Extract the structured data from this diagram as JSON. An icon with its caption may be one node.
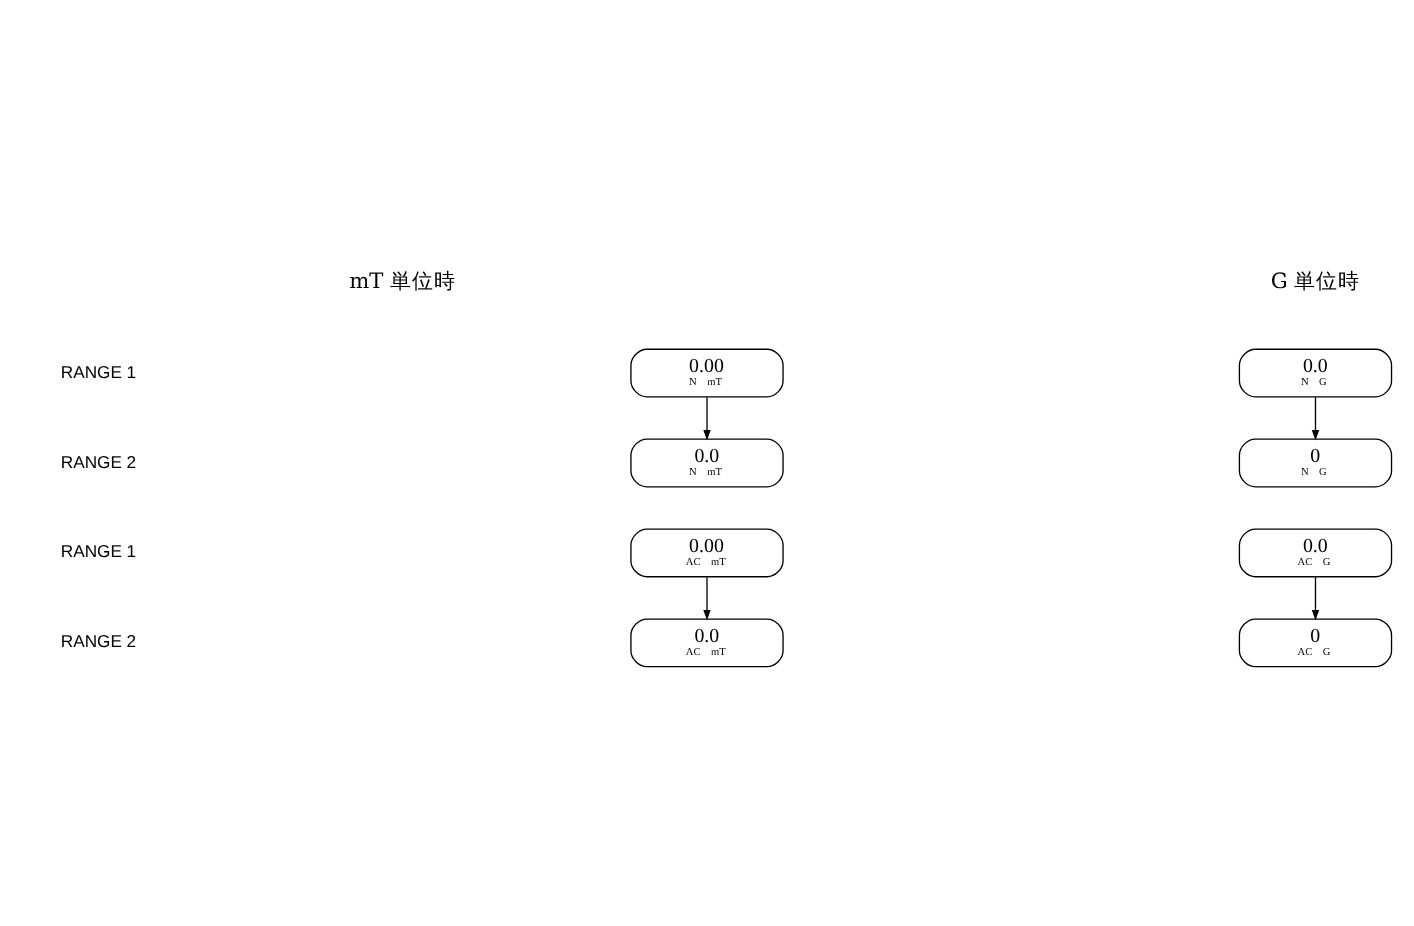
{
  "diagram": {
    "nodes": [
      {
        "text": [
          "0.00",
          "N mT"
        ]
      },
      {
        "text": [
          "0.0",
          "N G"
        ]
      },
      {
        "text": [
          "0.0",
          "N mT"
        ]
      },
      {
        "text": [
          "0",
          "N G"
        ]
      },
      {
        "text": [
          "0.00",
          "AC mT"
        ]
      },
      {
        "text": [
          "0.0",
          "AC G"
        ]
      },
      {
        "text": [
          "0.0",
          "AC mT"
        ]
      },
      {
        "text": [
          "0",
          "AC G"
        ]
      }
    ],
    "edges": [
      {
        "from": 0,
        "to": 2,
        "arrow": "to"
      },
      {
        "from": 1,
        "to": 3,
        "arrow": "to"
      },
      {
        "from": 4,
        "to": 6,
        "arrow": "to"
      },
      {
        "from": 5,
        "to": 7,
        "arrow": "to"
      }
    ],
    "labels": [
      "mT 単位時",
      "G 単位時",
      "RANGE 1",
      "RANGE 2",
      "RANGE 1",
      "RANGE 2"
    ]
  }
}
